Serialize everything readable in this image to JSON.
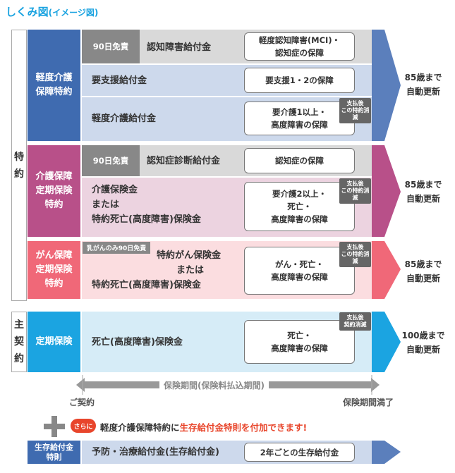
{
  "title": "しくみ図",
  "title_sub": "(イメージ図)",
  "side_label_tokuyaku": [
    "特",
    "約"
  ],
  "side_label_shukeiyaku": [
    "主",
    "契",
    "約"
  ],
  "colors": {
    "blue": "#3f6bb0",
    "blue_light": "#cdd9ec",
    "pink": "#b85089",
    "pink_light": "#ecd3e0",
    "red": "#f06878",
    "red_light": "#fbdde0",
    "cyan": "#1ba4e1",
    "cyan_light": "#d6ecf7",
    "gray_row": "#d9d9d9",
    "orange_text": "#e8452b"
  },
  "blocks": {
    "kaigo": {
      "head": [
        "軽度介護",
        "保障特約"
      ],
      "rows": [
        {
          "tag": "90日免責",
          "text": "認知障害給付金",
          "box": [
            "軽度認知障害(MCI)・",
            "認知症の保障"
          ]
        },
        {
          "text": "要支援給付金",
          "box": [
            "要支援1・2の保障"
          ]
        },
        {
          "text": "軽度介護給付金",
          "box": [
            "要介護1以上・",
            "高度障害の保障"
          ],
          "badge": [
            "支払後",
            "この特約消滅"
          ]
        }
      ],
      "renew": [
        "85歳まで",
        "自動更新"
      ]
    },
    "kaigo_teiki": {
      "head": [
        "介護保障",
        "定期保険",
        "特約"
      ],
      "rows": [
        {
          "tag": "90日免責",
          "text": "認知症診断給付金",
          "box": [
            "認知症の保障"
          ]
        },
        {
          "text_lines": [
            "介護保険金",
            "または",
            "特約死亡(高度障害)保険金"
          ],
          "box": [
            "要介護2以上・",
            "死亡・",
            "高度障害の保障"
          ],
          "badge": [
            "支払後",
            "この特約消滅"
          ]
        }
      ],
      "renew": [
        "85歳まで",
        "自動更新"
      ]
    },
    "gan": {
      "head": [
        "がん保障",
        "定期保険",
        "特約"
      ],
      "tag": "乳がんのみ90日免責",
      "text_lines": [
        "特約がん保険金",
        "または",
        "特約死亡(高度障害)保険金"
      ],
      "box": [
        "がん・死亡・",
        "高度障害の保障"
      ],
      "badge": [
        "支払後",
        "この特約消滅"
      ],
      "renew": [
        "85歳まで",
        "自動更新"
      ]
    },
    "teiki": {
      "head": [
        "定期保険"
      ],
      "text": "死亡(高度障害)保険金",
      "box": [
        "死亡・",
        "高度障害の保障"
      ],
      "badge": [
        "支払後",
        "契約消滅"
      ],
      "renew": [
        "100歳まで",
        "自動更新"
      ]
    }
  },
  "period": {
    "label": "保険期間(保険料払込期間)",
    "start": "ご契約",
    "end": "保険期間満了"
  },
  "addon": {
    "sarani": "さらに",
    "text_a": "軽度介護保障特約に",
    "text_b": "生存給付金特則を付加できます!",
    "head": [
      "生存給付金",
      "特則"
    ],
    "text": "予防・治療給付金(生存給付金)",
    "box": "2年ごとの生存給付金"
  }
}
